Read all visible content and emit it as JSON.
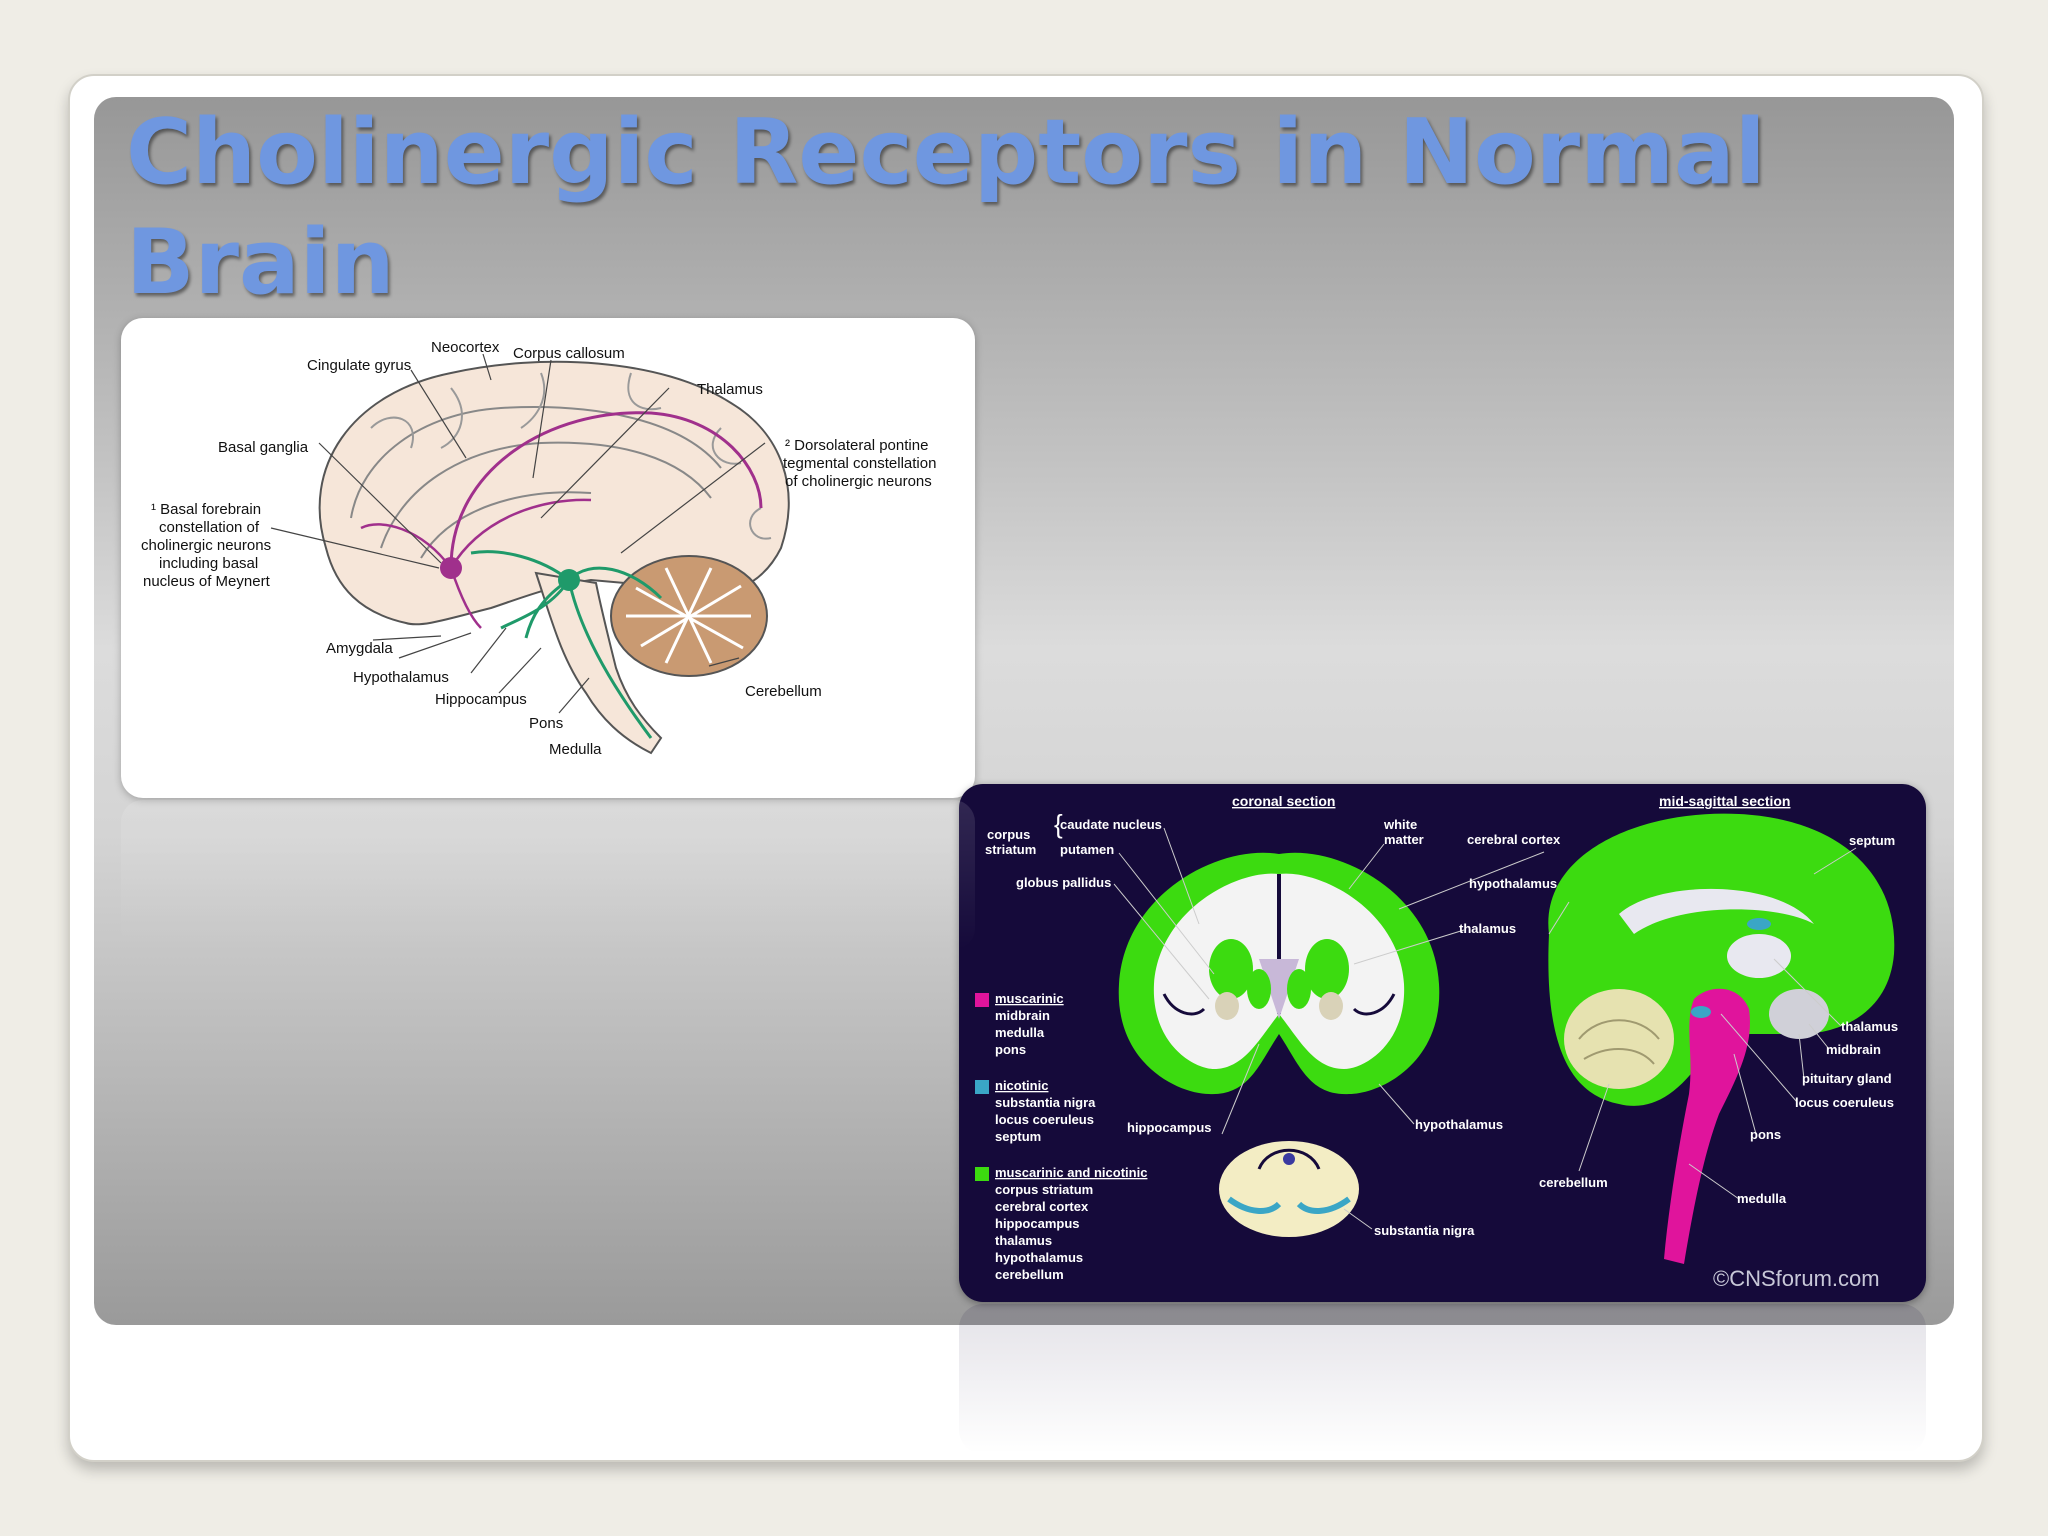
{
  "slide": {
    "title": "Cholinergic Receptors in Normal Brain"
  },
  "figure_left": {
    "labels": {
      "neocortex": "Neocortex",
      "corpus_callosum": "Corpus callosum",
      "cingulate_gyrus": "Cingulate gyrus",
      "thalamus": "Thalamus",
      "basal_ganglia": "Basal ganglia",
      "dorsolateral_1": "² Dorsolateral pontine",
      "dorsolateral_2": "tegmental constellation",
      "dorsolateral_3": "of cholinergic neurons",
      "basal_forebrain_1": "¹ Basal forebrain",
      "basal_forebrain_2": "constellation of",
      "basal_forebrain_3": "cholinergic neurons",
      "basal_forebrain_4": "including basal",
      "basal_forebrain_5": "nucleus of Meynert",
      "amygdala": "Amygdala",
      "hypothalamus": "Hypothalamus",
      "hippocampus": "Hippocampus",
      "pons": "Pons",
      "medulla": "Medulla",
      "cerebellum": "Cerebellum"
    },
    "colors": {
      "brain": "#f6e6d9",
      "outline": "#555555",
      "magenta_pathway": "#a0308c",
      "green_pathway": "#1f9a6a",
      "cerebellum": "#c99a72"
    }
  },
  "figure_right": {
    "headings": {
      "coronal": "coronal section",
      "sagittal": "mid-sagittal section"
    },
    "coronal_labels": {
      "corpus": "corpus",
      "striatum": "striatum",
      "caudate": "caudate nucleus",
      "putamen": "putamen",
      "globus_pallidus": "globus pallidus",
      "white_matter_1": "white",
      "white_matter_2": "matter",
      "cerebral_cortex": "cerebral cortex",
      "hypothalamus_top": "hypothalamus",
      "thalamus": "thalamus",
      "hippocampus": "hippocampus",
      "hypothalamus_bottom": "hypothalamus",
      "substantia_nigra": "substantia nigra"
    },
    "sagittal_labels": {
      "septum": "septum",
      "thalamus": "thalamus",
      "midbrain": "midbrain",
      "pituitary": "pituitary gland",
      "locus": "locus coeruleus",
      "pons": "pons",
      "cerebellum": "cerebellum",
      "medulla": "medulla"
    },
    "legend": [
      {
        "color": "#e0149c",
        "title": "muscarinic",
        "items": [
          "midbrain",
          "medulla",
          "pons"
        ]
      },
      {
        "color": "#3aa6c6",
        "title": "nicotinic",
        "items": [
          "substantia nigra",
          "locus coeruleus",
          "septum"
        ]
      },
      {
        "color": "#3cdb10",
        "title": "muscarinic and nicotinic",
        "items": [
          "corpus striatum",
          "cerebral cortex",
          "hippocampus",
          "thalamus",
          "hypothalamus",
          "cerebellum"
        ]
      }
    ],
    "credit": "©CNSforum.com",
    "colors": {
      "background": "#150a3a",
      "green": "#3cdb10",
      "magenta": "#e0149c",
      "blue": "#3aa6c6",
      "cream": "#f3edc4"
    }
  }
}
